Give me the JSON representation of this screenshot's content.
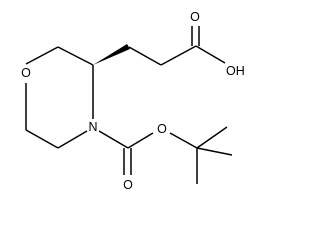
{
  "molecule": {
    "atoms": {
      "carbonyl_oxygen_top": "O",
      "hydroxyl": "OH",
      "ring_oxygen": "O",
      "ring_nitrogen": "N",
      "ester_oxygen": "O",
      "boc_carbonyl_oxygen": "O"
    },
    "colors": {
      "bond": "#000000",
      "label": "#000000",
      "background": "#ffffff"
    }
  }
}
